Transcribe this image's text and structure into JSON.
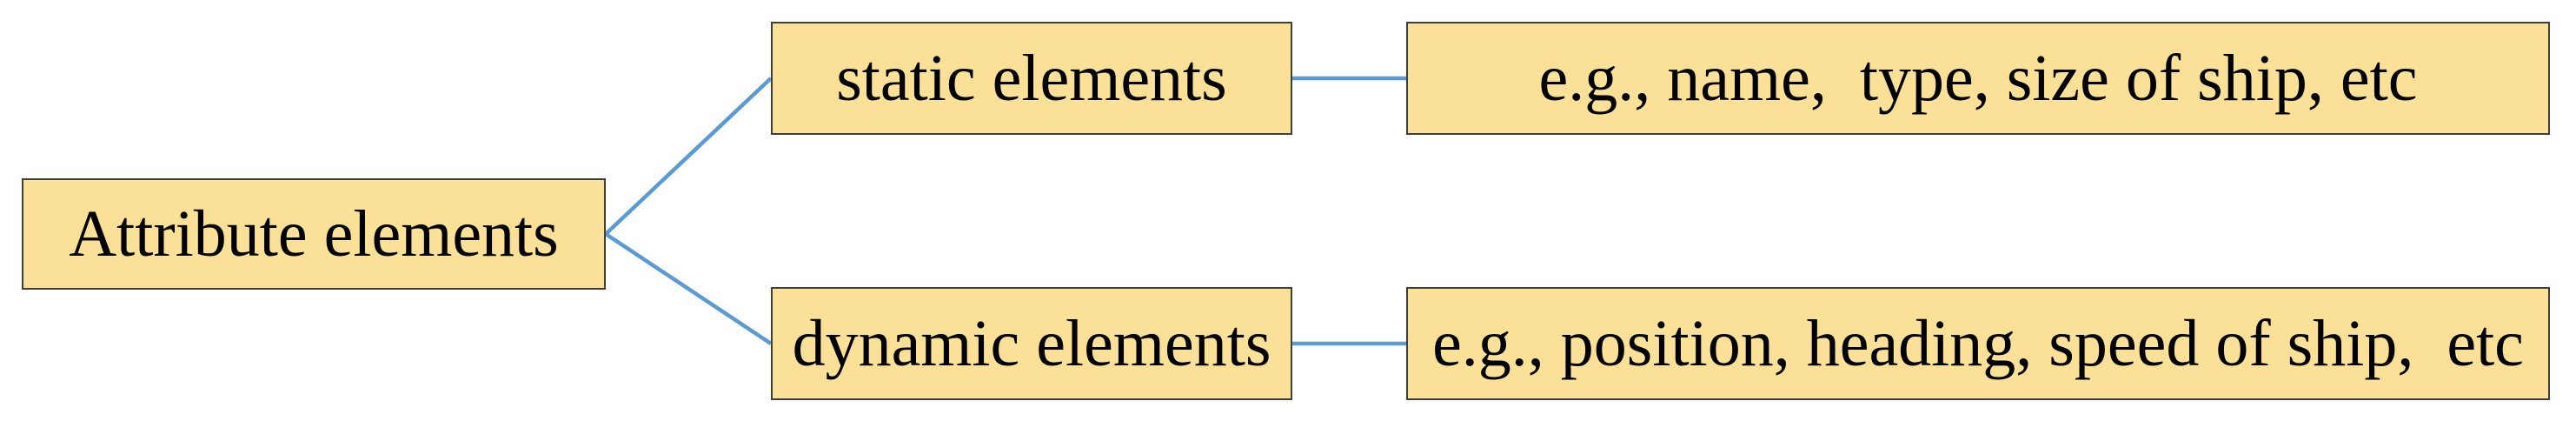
{
  "diagram": {
    "title": "Attribute elements hierarchy",
    "colors": {
      "node_fill": "#FBE198",
      "node_border": "#3E3E3C",
      "connector": "#5B9BD5",
      "text": "#000000",
      "background": "#FFFFFF"
    },
    "nodes": {
      "root": {
        "label": "Attribute elements"
      },
      "static": {
        "label": "static elements"
      },
      "dynamic": {
        "label": "dynamic elements"
      },
      "static_example": {
        "label": "e.g., name,  type, size of ship, etc"
      },
      "dynamic_example": {
        "label": "e.g., position, heading, speed of ship,  etc"
      }
    },
    "edges": [
      {
        "from": "root",
        "to": "static"
      },
      {
        "from": "root",
        "to": "dynamic"
      },
      {
        "from": "static",
        "to": "static_example"
      },
      {
        "from": "dynamic",
        "to": "dynamic_example"
      }
    ]
  }
}
